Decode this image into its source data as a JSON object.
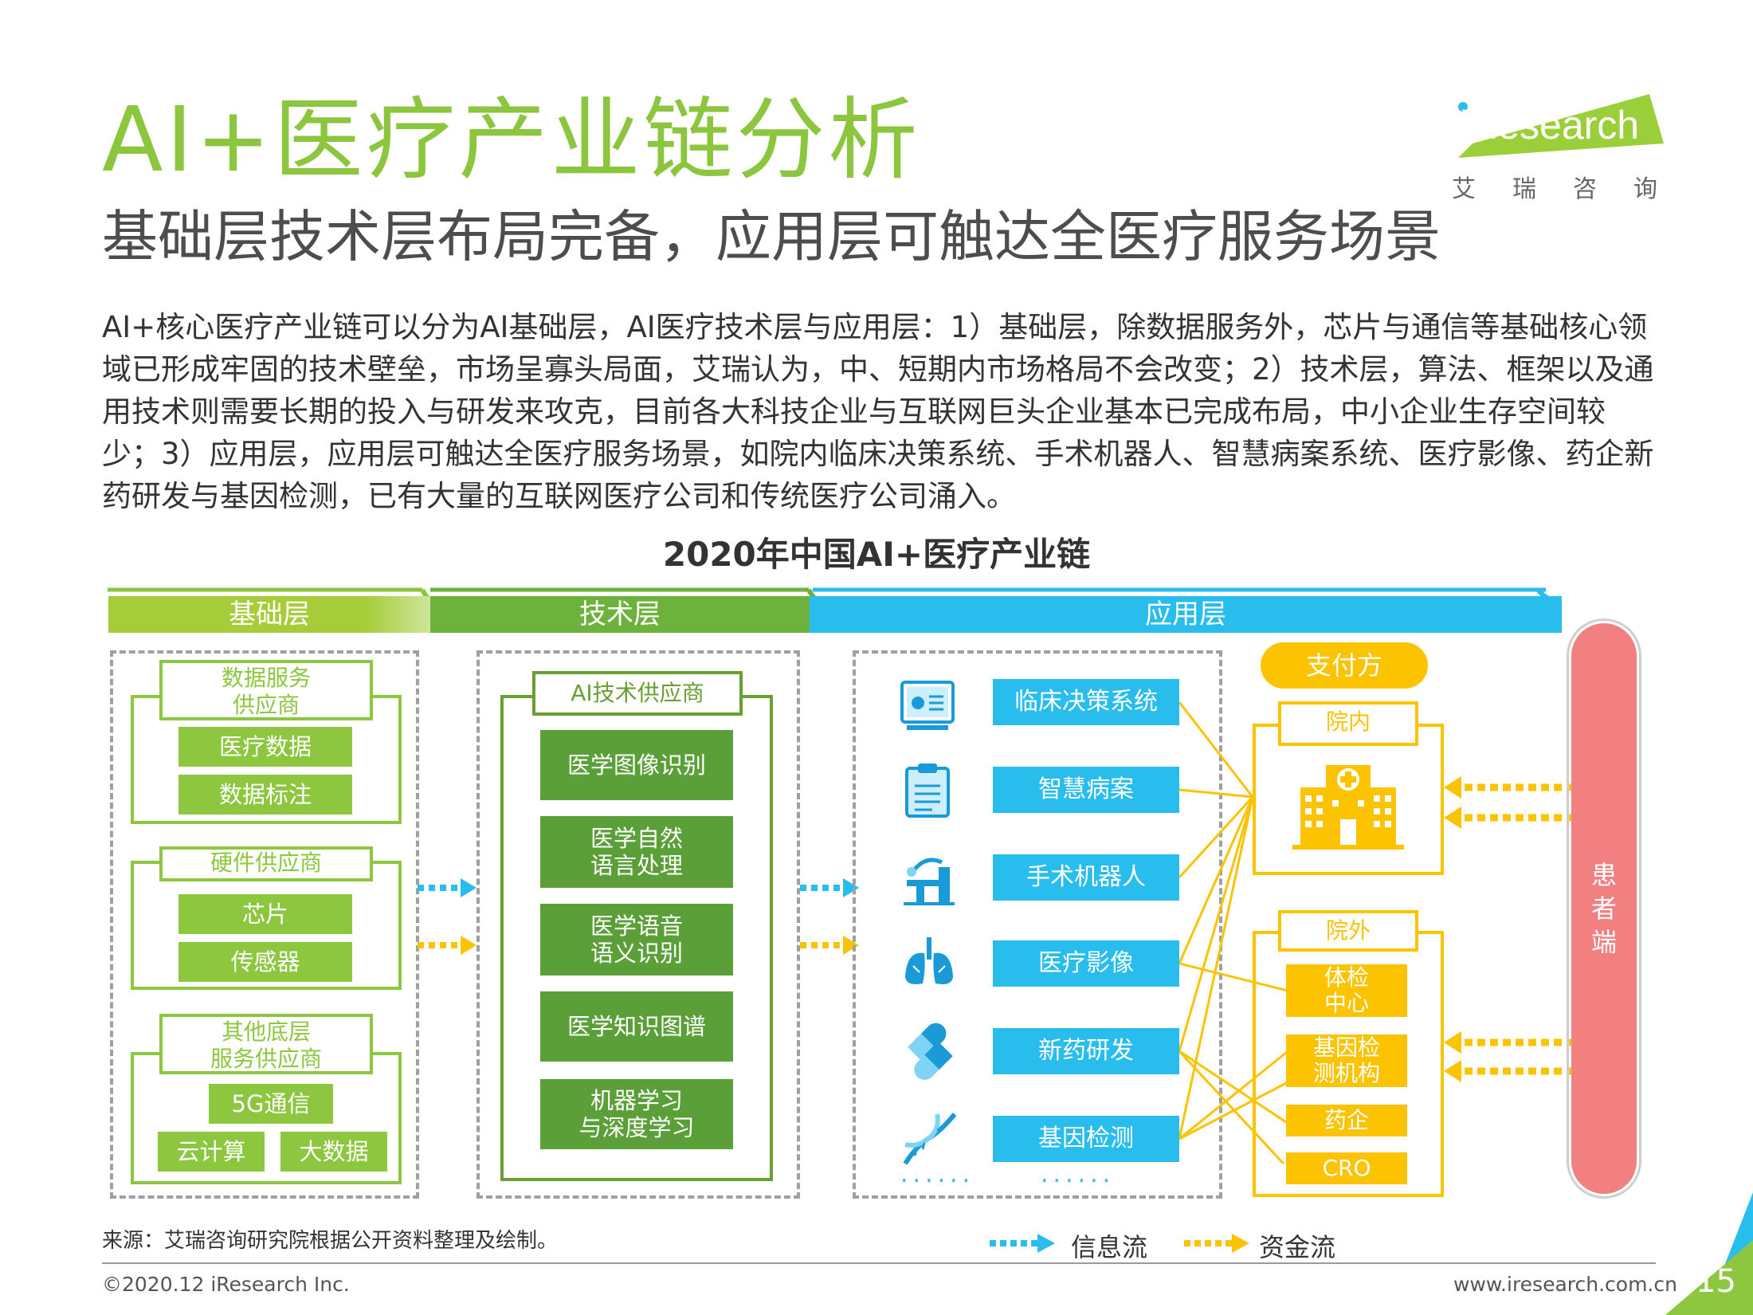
{
  "header": {
    "title": "AI+医疗产业链分析",
    "subtitle": "基础层技术层布局完备，应用层可触达全医疗服务场景",
    "logo_text": "iResearch",
    "logo_sub": "艾瑞咨询"
  },
  "body_text": "AI+核心医疗产业链可以分为AI基础层，AI医疗技术层与应用层：1）基础层，除数据服务外，芯片与通信等基础核心领域已形成牢固的技术壁垒，市场呈寡头局面，艾瑞认为，中、短期内市场格局不会改变；2）技术层，算法、框架以及通用技术则需要长期的投入与研发来攻克，目前各大科技企业与互联网巨头企业基本已完成布局，中小企业生存空间较少；3）应用层，应用层可触达全医疗服务场景，如院内临床决策系统、手术机器人、智慧病案系统、医疗影像、药企新药研发与基因检测，已有大量的互联网医疗公司和传统医疗公司涌入。",
  "diagram": {
    "title": "2020年中国AI+医疗产业链",
    "layers": {
      "base": "基础层",
      "tech": "技术层",
      "app": "应用层"
    },
    "base_groups": {
      "data": {
        "header": "数据服务\n供应商",
        "items": [
          "医疗数据",
          "数据标注"
        ]
      },
      "hardware": {
        "header": "硬件供应商",
        "items": [
          "芯片",
          "传感器"
        ]
      },
      "other": {
        "header": "其他底层\n服务供应商",
        "items": [
          "5G通信",
          "云计算",
          "大数据"
        ]
      }
    },
    "tech_group": {
      "header": "AI技术供应商",
      "items": [
        "医学图像识别",
        "医学自然\n语言处理",
        "医学语音\n语义识别",
        "医学知识图谱",
        "机器学习\n与深度学习"
      ]
    },
    "app_items": [
      "临床决策系统",
      "智慧病案",
      "手术机器人",
      "医疗影像",
      "新药研发",
      "基因检测"
    ],
    "app_icons": [
      "monitor-icon",
      "clipboard-icon",
      "robot-icon",
      "lungs-icon",
      "pill-icon",
      "dna-icon"
    ],
    "ellipsis": "......",
    "payer": {
      "label": "支付方",
      "inside": {
        "header": "院内",
        "icon": "hospital-icon"
      },
      "outside": {
        "header": "院外",
        "items": [
          "体检\n中心",
          "基因检\n测机构",
          "药企",
          "CRO"
        ]
      }
    },
    "patient": "患\n者\n端",
    "legend": {
      "info": "信息流",
      "fund": "资金流"
    },
    "colors": {
      "info": "#29bdee",
      "fund": "#fbc300",
      "base": "#a6cd39",
      "tech": "#6db23d",
      "app": "#29bdee",
      "patient": "#f28080"
    }
  },
  "source": "来源：艾瑞咨询研究院根据公开资料整理及绘制。",
  "footer": {
    "copyright": "©2020.12 iResearch Inc.",
    "website": "www.iresearch.com.cn",
    "page": "15"
  }
}
